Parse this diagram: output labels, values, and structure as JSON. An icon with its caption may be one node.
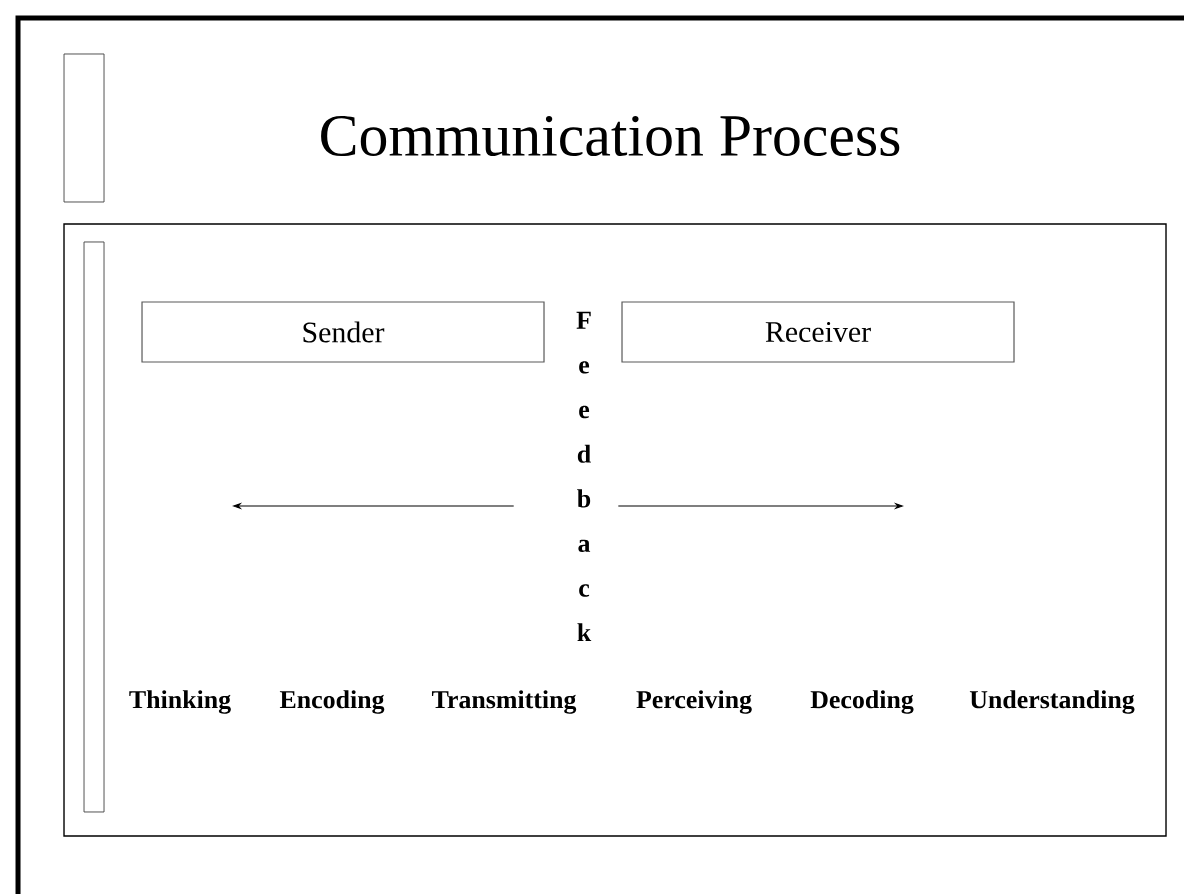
{
  "diagram": {
    "title": "Communication Process",
    "nodes": [
      {
        "text": [],
        "shape": "bar"
      },
      {
        "text": [],
        "shape": "box"
      },
      {
        "text": [],
        "shape": "bar",
        "in": 1
      },
      {
        "text": [
          "Sender"
        ],
        "in": 1
      },
      {
        "text": [
          "Receiver"
        ],
        "in": 1
      },
      {
        "text": [
          "Feedback"
        ],
        "in": 1
      }
    ],
    "edges": [
      {
        "from": 5,
        "to": null,
        "arrow": "to"
      },
      {
        "from": 5,
        "to": null,
        "arrow": "to"
      }
    ],
    "labels": [
      "Thinking",
      "Encoding",
      "Transmitting",
      "Perceiving",
      "Decoding",
      "Understanding"
    ]
  }
}
